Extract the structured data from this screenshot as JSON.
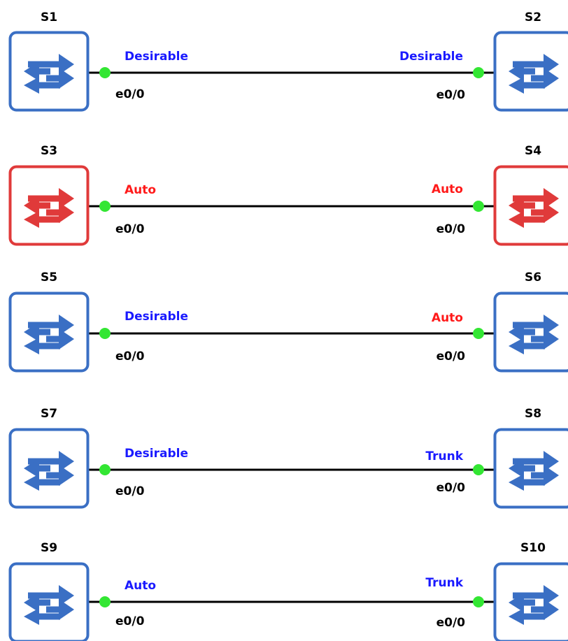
{
  "colors": {
    "switch_blue": "#3a6fc4",
    "switch_red": "#e03a3a",
    "link": "#000000",
    "endpoint": "#33e633",
    "mode_blue": "#1a1aff",
    "mode_red": "#ff1a1a"
  },
  "icons": {
    "switch": "switch-arrows-icon"
  },
  "links": [
    {
      "left": {
        "name": "S1",
        "color": "blue",
        "mode": "Desirable",
        "mode_color": "blue",
        "port": "e0/0"
      },
      "right": {
        "name": "S2",
        "color": "blue",
        "mode": "Desirable",
        "mode_color": "blue",
        "port": "e0/0"
      }
    },
    {
      "left": {
        "name": "S3",
        "color": "red",
        "mode": "Auto",
        "mode_color": "red",
        "port": "e0/0"
      },
      "right": {
        "name": "S4",
        "color": "red",
        "mode": "Auto",
        "mode_color": "red",
        "port": "e0/0"
      }
    },
    {
      "left": {
        "name": "S5",
        "color": "blue",
        "mode": "Desirable",
        "mode_color": "blue",
        "port": "e0/0"
      },
      "right": {
        "name": "S6",
        "color": "blue",
        "mode": "Auto",
        "mode_color": "red",
        "port": "e0/0"
      }
    },
    {
      "left": {
        "name": "S7",
        "color": "blue",
        "mode": "Desirable",
        "mode_color": "blue",
        "port": "e0/0"
      },
      "right": {
        "name": "S8",
        "color": "blue",
        "mode": "Trunk",
        "mode_color": "blue",
        "port": "e0/0"
      }
    },
    {
      "left": {
        "name": "S9",
        "color": "blue",
        "mode": "Auto",
        "mode_color": "blue",
        "port": "e0/0"
      },
      "right": {
        "name": "S10",
        "color": "blue",
        "mode": "Trunk",
        "mode_color": "blue",
        "port": "e0/0"
      }
    }
  ]
}
